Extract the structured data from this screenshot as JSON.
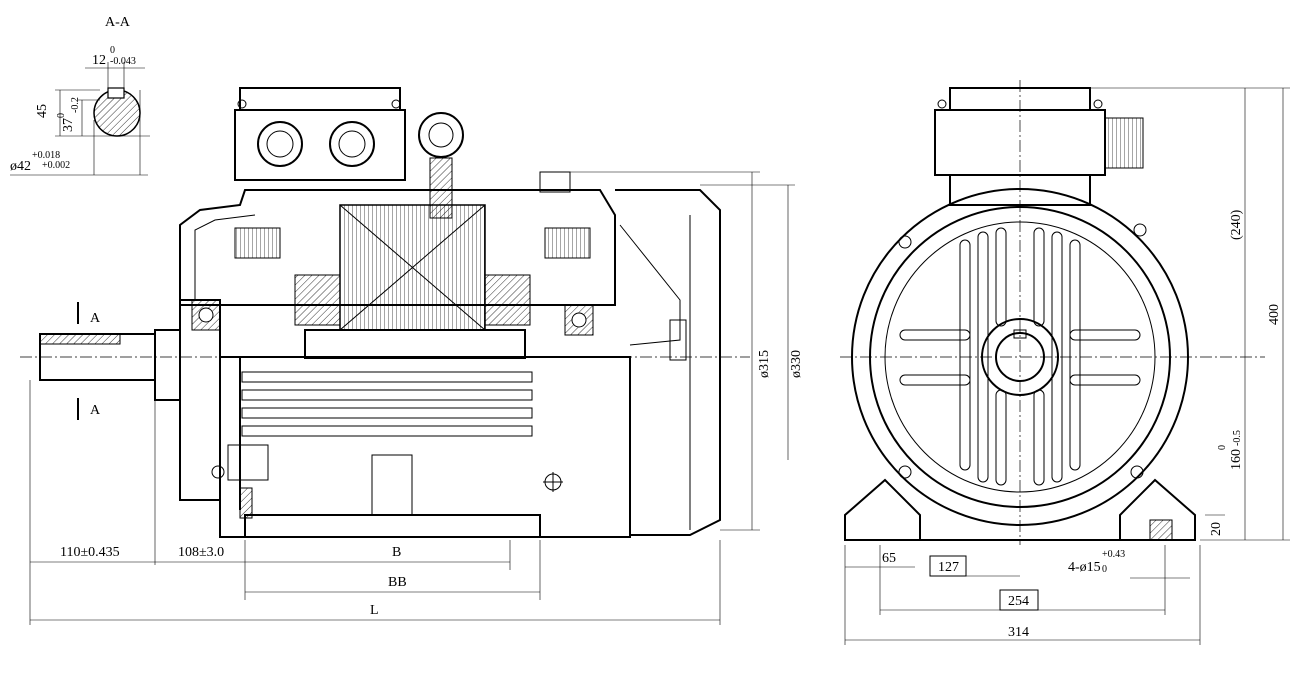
{
  "section": {
    "title": "A-A",
    "key_width": "12",
    "key_tol_upper": "0",
    "key_tol_lower": "-0.043",
    "height_45": "45",
    "height_37": "37",
    "height_37_tol_upper": "0",
    "height_37_tol_lower": "-0.2",
    "diameter": "ø42",
    "diameter_tol_upper": "+0.018",
    "diameter_tol_lower": "+0.002"
  },
  "side_view": {
    "section_mark_top": "A",
    "section_mark_bottom": "A",
    "dim_shaft": "110±0.435",
    "dim_flange": "108±3.0",
    "dim_b": "B",
    "dim_bb": "BB",
    "dim_l": "L",
    "dim_d315": "ø315",
    "dim_d330": "ø330"
  },
  "front_view": {
    "dim_240": "(240)",
    "dim_400": "400",
    "dim_160": "160",
    "dim_160_tol_upper": "0",
    "dim_160_tol_lower": "-0.5",
    "dim_20": "20",
    "dim_65": "65",
    "dim_127": "127",
    "dim_holes": "4-ø15",
    "dim_holes_tol_upper": "+0.43",
    "dim_holes_tol_lower": "0",
    "dim_254": "254",
    "dim_314": "314"
  }
}
